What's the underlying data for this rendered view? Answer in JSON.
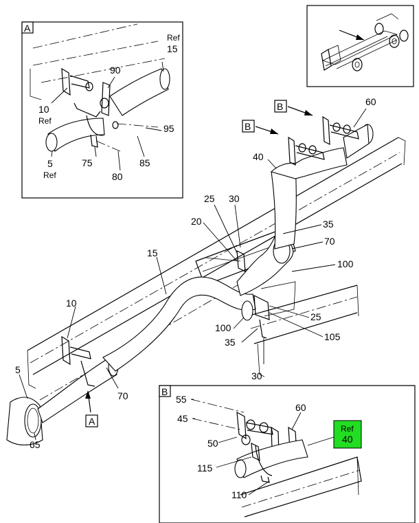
{
  "detail_a": {
    "tag": "A",
    "labels": {
      "ref15_ref": "Ref",
      "ref15_num": "15",
      "n90": "90",
      "n10": "10",
      "n10_ref": "Ref",
      "n95": "95",
      "n85": "85",
      "n75": "75",
      "n80": "80",
      "n5": "5",
      "n5_ref": "Ref"
    }
  },
  "detail_b": {
    "tag": "B",
    "labels": {
      "n55": "55",
      "n45": "45",
      "n60": "60",
      "n50": "50",
      "n115": "115",
      "n110": "110",
      "ref40_ref": "Ref",
      "ref40_num": "40"
    },
    "highlight_color": "#22dd22"
  },
  "main": {
    "tag_b1": "B",
    "tag_b2": "B",
    "tag_a": "A",
    "labels": {
      "n60": "60",
      "n40": "40",
      "n25a": "25",
      "n30a": "30",
      "n35a": "35",
      "n20": "20",
      "n70a": "70",
      "n15": "15",
      "n100a": "100",
      "n10": "10",
      "n25b": "25",
      "n100b": "100",
      "n105": "105",
      "n35b": "35",
      "n30b": "30",
      "n5": "5",
      "n70b": "70",
      "n65": "65"
    }
  }
}
